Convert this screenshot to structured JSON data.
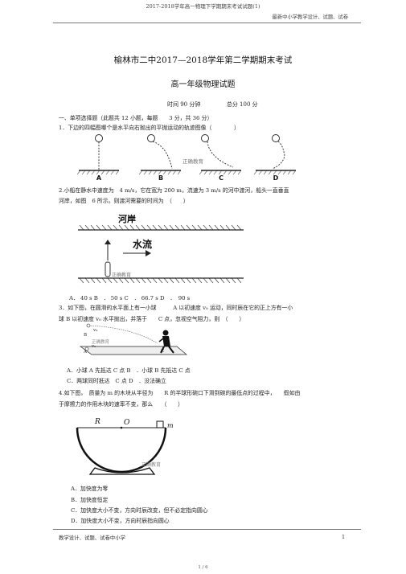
{
  "header": {
    "doc_title": "2017-2018学年高一物理下学期期末考试试题(1)",
    "right_tag": "最新中小学教学设计、试题、试卷"
  },
  "exam": {
    "title": "榆林市二中2017—2018学年第二学期期末考试",
    "subtitle": "高一年级物理试题",
    "time": "时间 90 分钟",
    "score": "总分 100 分"
  },
  "section1": {
    "heading": "一、单项选择题（此题共 12 小题，每题　　3 分，共 36 分）"
  },
  "q1": {
    "stem": "1．下边的四幅图哪个是水平向右抛出的平抛运动的轨迹图像（　　　　）",
    "labels": [
      "A",
      "B",
      "C",
      "D"
    ],
    "watermark": "正确教育"
  },
  "q2": {
    "stem_line1": "2.小船在静水中速度为　4 m/s，它在宽为 200 m，流速为 3 m/s 的河中渡河，船头一直垂直",
    "stem_line2": "河岸，如图　6 所示。则渡河需要的时间为　（　　）",
    "fig_bank": "河岸",
    "fig_flow": "水流",
    "watermark": "正确教育",
    "options": "A． 40 s B　． 50 s C　． 66.7 s D　．　90 s"
  },
  "q3": {
    "stem_line1": "3．如下图，在圆滑的水平面上有一小球　　　A 以初速度 v₀ 运动，同时辰在它的正上方有一小",
    "stem_line2": "球 B 以初速度 v₀ 水平抛出，并落于　　C 点，忽视空气阻力，则　（　　）",
    "fig_labels": [
      "v₀",
      "B",
      "v₀",
      "A",
      "C"
    ],
    "watermark": "正确教育",
    "option_line1": "A．小球 A 先抵达 C 点 B　．小球 B 先抵达 C 点",
    "option_line2": "C．两球同时抵达　C 点 D　．没法确立"
  },
  "q4": {
    "stem_line1": "4.如下图，　质量为 m 的木块从半径为　　R 的半球形碗口下滑到碗的最低点的过程中，　　假如由",
    "stem_line2": "于摩擦力的作用木块的速率不变，那么　　（　　）",
    "fig_R": "R",
    "fig_O": "O",
    "fig_m": "m",
    "watermark": "正确教育",
    "options": [
      "A．加快度为零",
      "B．加快度恒定",
      "C．加快度大小不变，方向时辰改变，但不必定指向圆心",
      "D．加快度大小不变，方向时辰指向圆心"
    ]
  },
  "footer": {
    "left": "教学设计、试题、试卷中小学",
    "right_page": "1",
    "page_indicator": "1 / 6"
  }
}
